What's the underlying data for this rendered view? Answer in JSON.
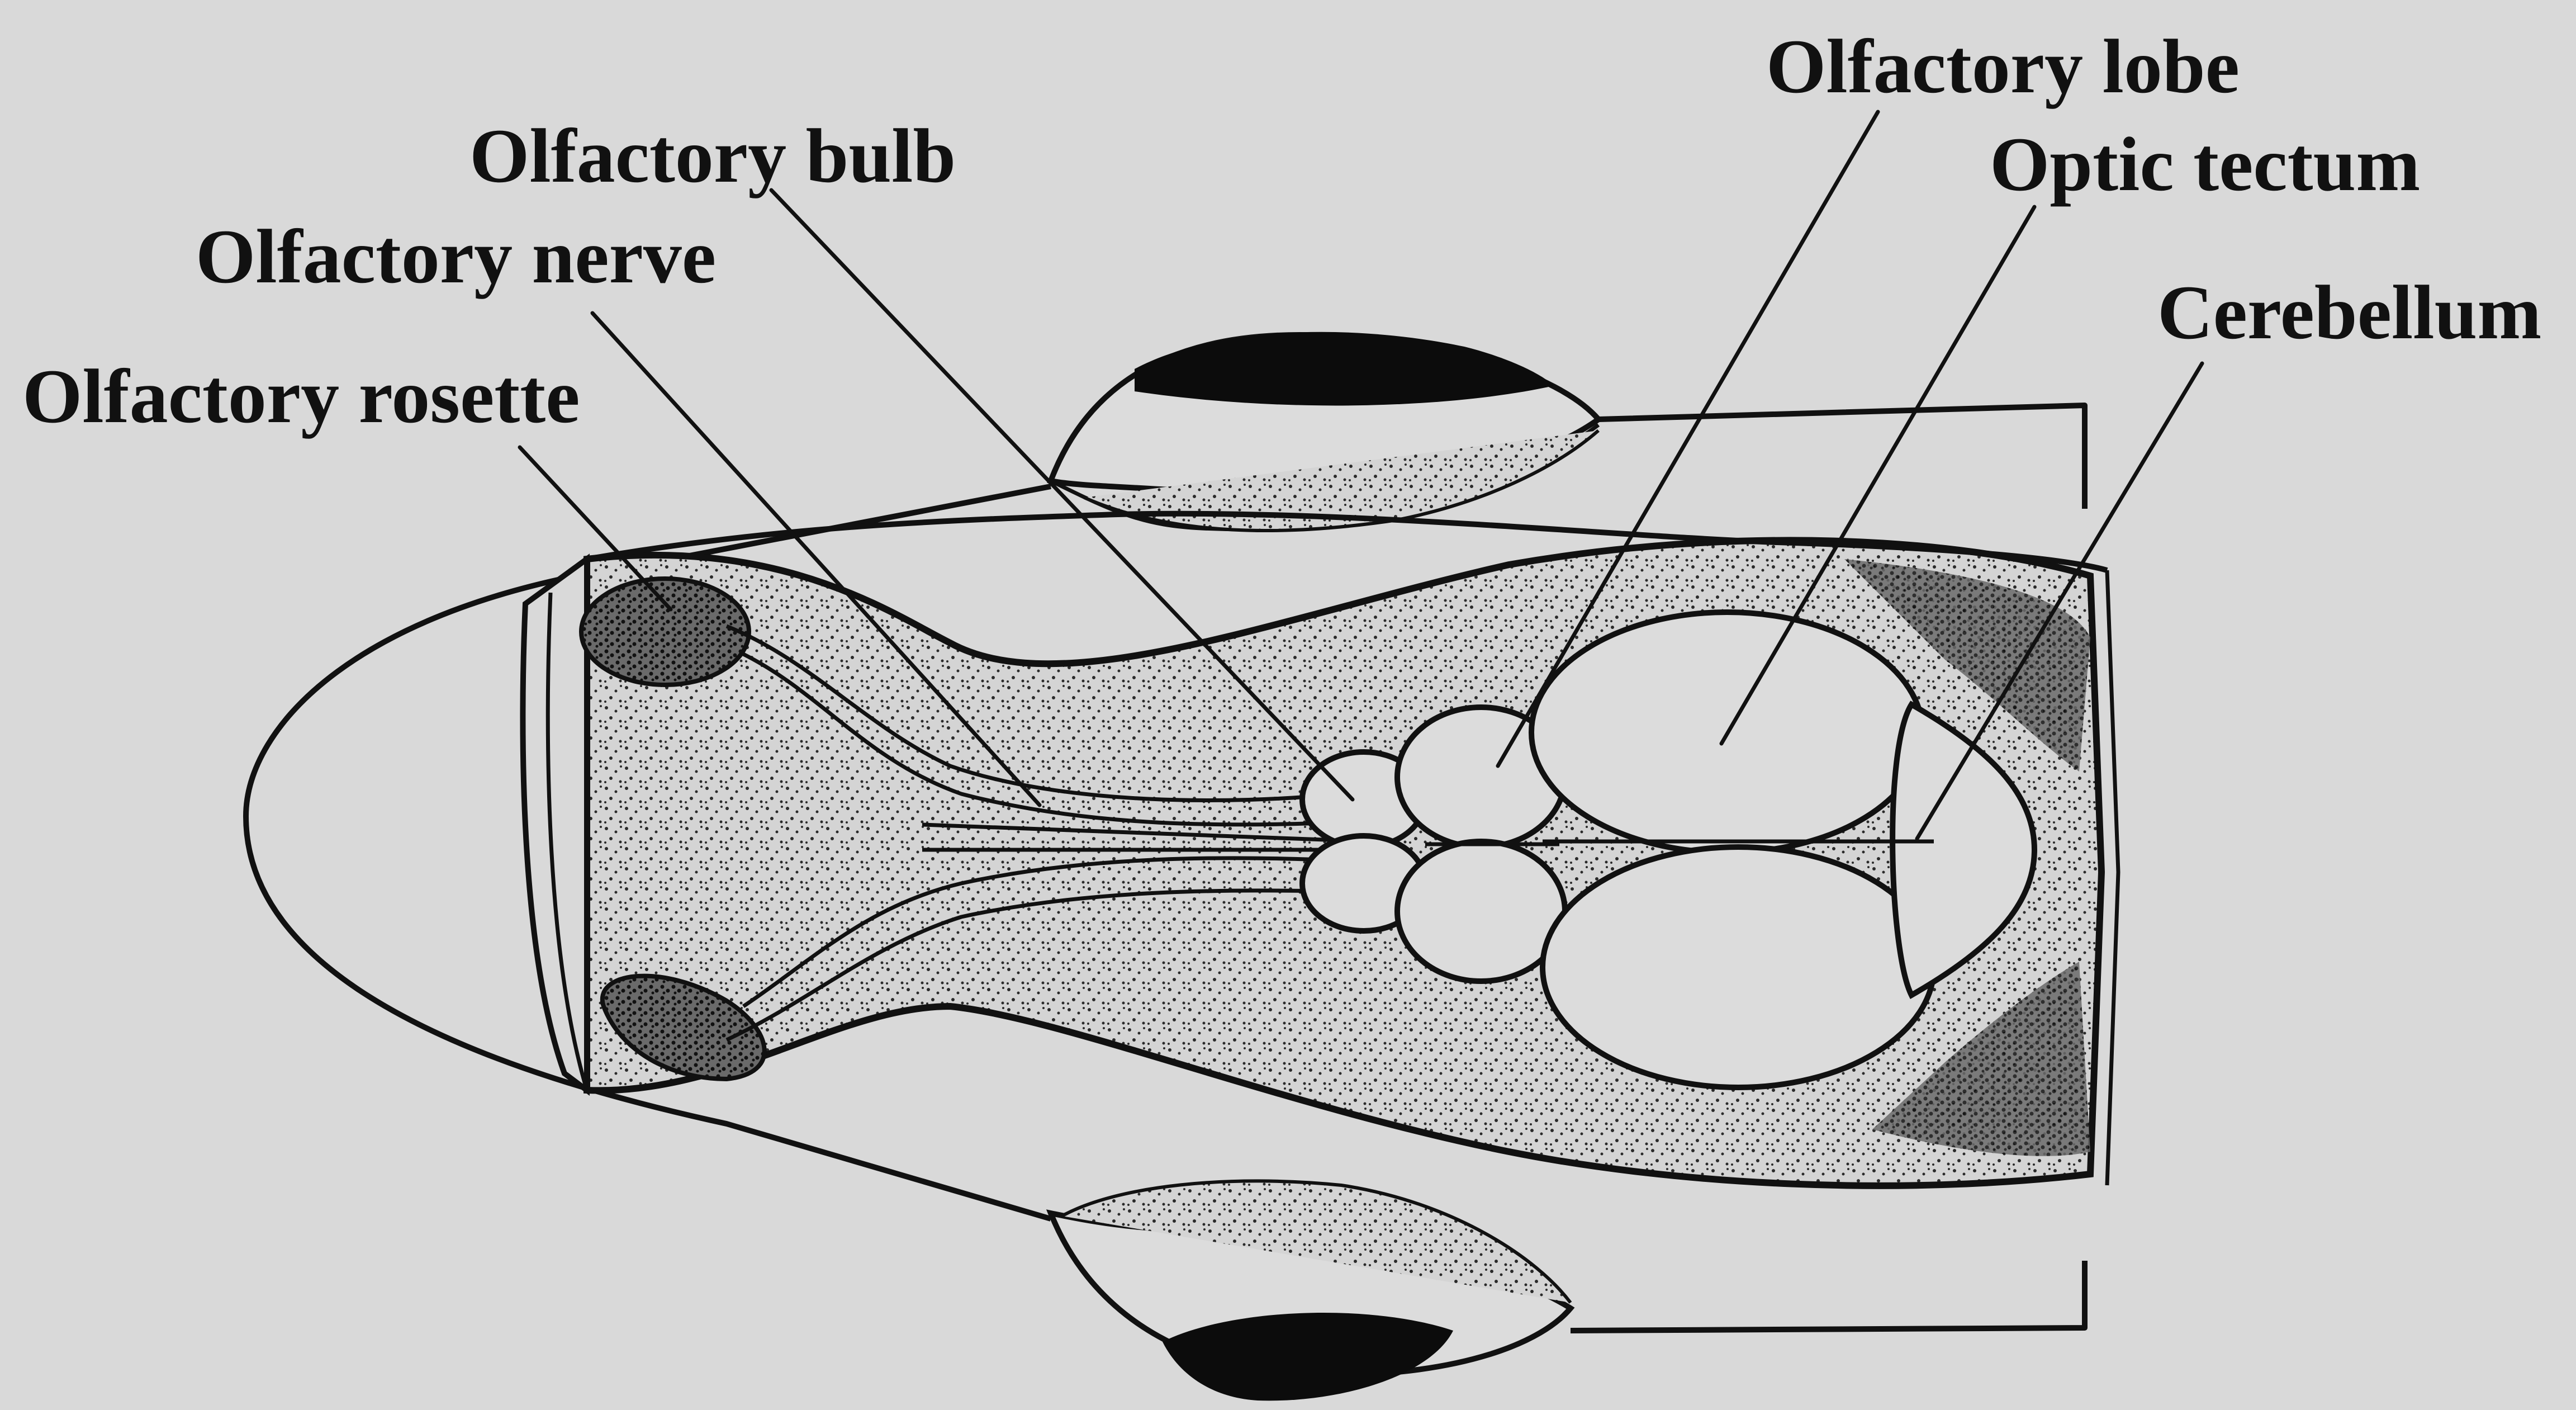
{
  "labels": {
    "olfactory_lobe": "Olfactory lobe",
    "olfactory_bulb": "Olfactory bulb",
    "optic_tectum": "Optic tectum",
    "olfactory_nerve": "Olfactory nerve",
    "cerebellum": "Cerebellum",
    "olfactory_rosette": "Olfactory rosette"
  },
  "colors": {
    "background": "#d9d9d9",
    "ink": "#111111",
    "stipple": "#2a2a2a"
  }
}
